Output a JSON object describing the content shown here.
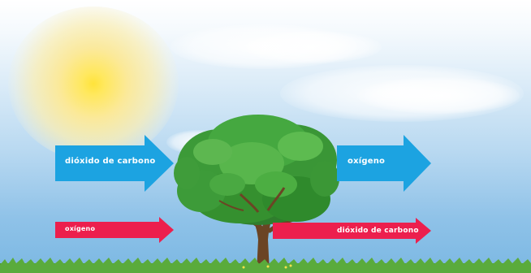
{
  "arrows": {
    "co2_in_top": "dióxido de carbono",
    "o2_out_top": "oxígeno",
    "o2_in_bottom": "oxígeno",
    "co2_out_bottom": "dióxido de carbono"
  },
  "colors": {
    "blue_arrow": "#1ca3e1",
    "red_arrow": "#ec1f4d",
    "sun": "#ffe33a",
    "grass": "#4a9a32",
    "foliage": "#3f9e3a",
    "trunk": "#6b4424"
  },
  "icons": [
    "sun-icon",
    "tree-icon",
    "cloud-icon",
    "grass-icon"
  ]
}
